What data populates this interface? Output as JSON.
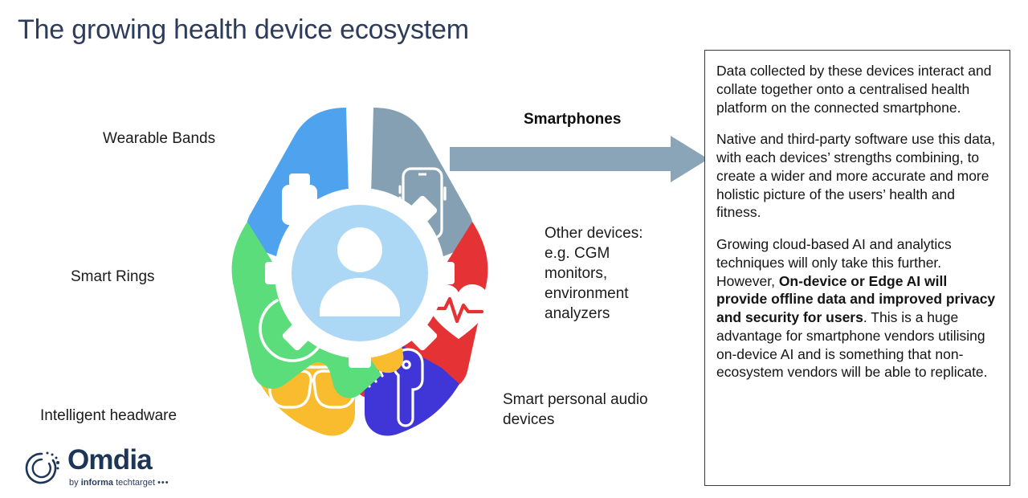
{
  "slide": {
    "title": "The growing health device ecosystem"
  },
  "diagram": {
    "center_icon": "person-icon",
    "segments": [
      {
        "id": "wearable-bands",
        "label": "Wearable Bands",
        "icon": "smartwatch-icon",
        "color": "#4FA3EE"
      },
      {
        "id": "smartphones",
        "label": "Smartphones",
        "icon": "smartphone-icon",
        "color": "#85A0B3"
      },
      {
        "id": "other-devices",
        "label": "Other devices:\ne.g. CGM\nmonitors,\nenvironment\nanalyzers",
        "icon": "heart-pulse-icon",
        "color": "#E43235"
      },
      {
        "id": "audio-devices",
        "label": "Smart personal audio devices",
        "icon": "earbud-icon",
        "color": "#4036D8"
      },
      {
        "id": "intelligent-headware",
        "label": "Intelligent headware",
        "icon": "glasses-icon",
        "color": "#F8BC2E"
      },
      {
        "id": "smart-rings",
        "label": "Smart Rings",
        "icon": "smart-ring-icon",
        "color": "#5BDD7B"
      }
    ],
    "center_circle_color": "#ACD8F5",
    "arrow": {
      "name": "smartphones-to-panel-arrow",
      "color": "#8AA4B8"
    }
  },
  "panel": {
    "paragraph_1": "Data collected by these devices interact and collate together onto a centralised health platform on the connected smartphone.",
    "paragraph_2": "Native and third-party software use this data, with each devices’ strengths combining, to create a wider and more accurate and more holistic picture of the users’ health and fitness.",
    "paragraph_3_before": "Growing cloud-based AI and analytics techniques will only take this further. However, ",
    "paragraph_3_bold": "On-device or Edge AI will provide offline data and improved privacy and security for users",
    "paragraph_3_after": ". This is a huge advantage for smartphone vendors utilising on-device AI and is something that non-ecosystem vendors will be able to replicate."
  },
  "logo": {
    "wordmark": "Omdia",
    "tagline_prefix": "by ",
    "tagline_bold": "informa",
    "tagline_suffix": " techtarget",
    "tagline_dots": "•••"
  }
}
